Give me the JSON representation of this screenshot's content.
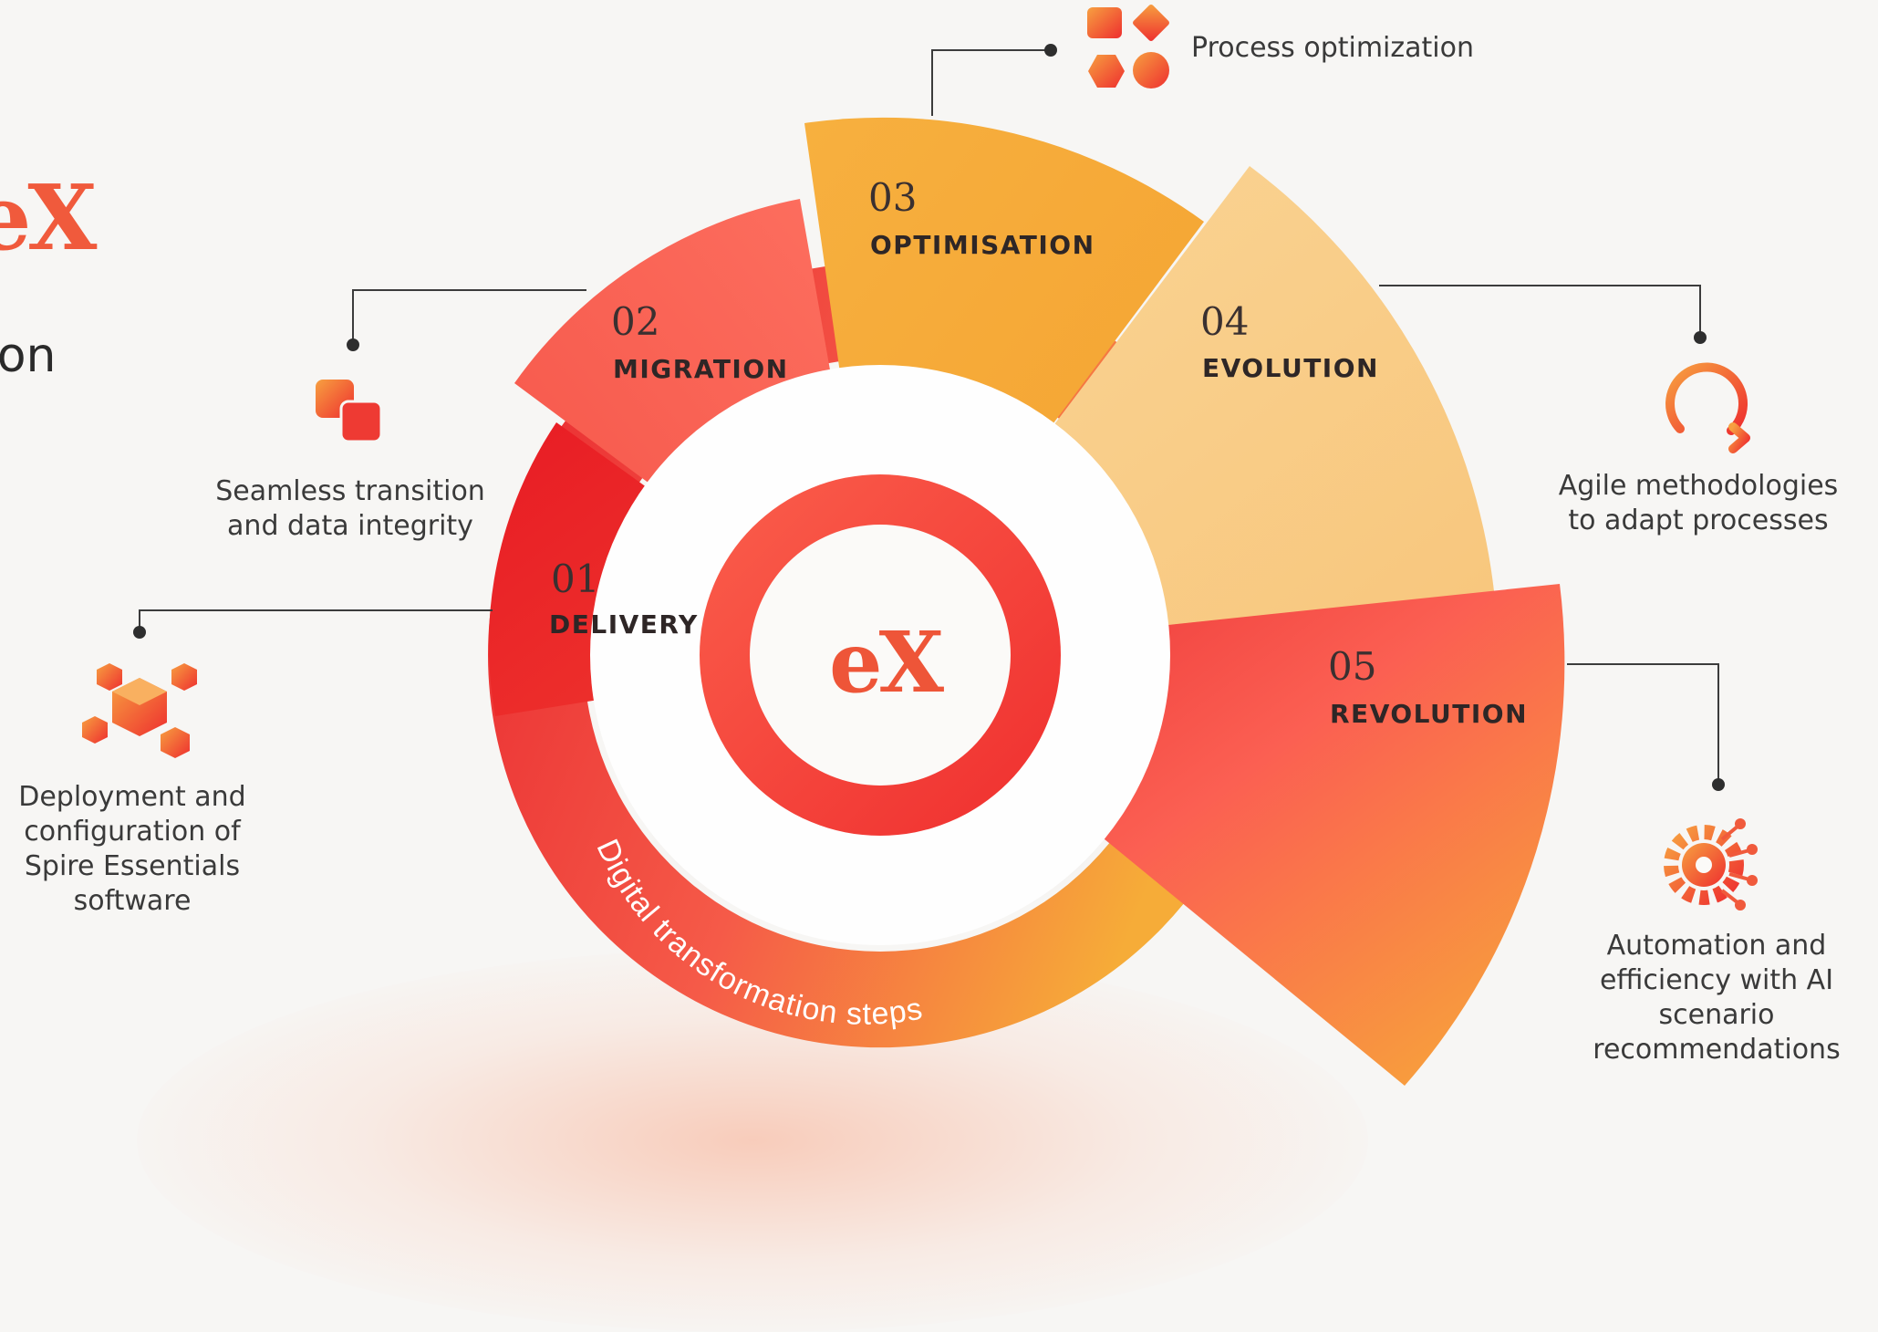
{
  "brand": {
    "logo_text": "eX",
    "heading": "ation"
  },
  "center_logo": "eX",
  "ring_label": "Digital transformation steps",
  "steps": [
    {
      "number": "01",
      "label": "DELIVERY",
      "color": "#e8252b",
      "description": "Deployment and\nconfiguration of\nSpire Essentials\nsoftware",
      "icon": "cubes-icon"
    },
    {
      "number": "02",
      "label": "MIGRATION",
      "color": "#f7665a",
      "description": "Seamless transition\nand data integrity",
      "icon": "overlapping-squares-icon"
    },
    {
      "number": "03",
      "label": "OPTIMISATION",
      "color": "#f6ab38",
      "description": "Process optimization",
      "icon": "shapes-icon"
    },
    {
      "number": "04",
      "label": "EVOLUTION",
      "color": "#f8cc88",
      "description": "Agile methodologies\nto adapt processes",
      "icon": "agile-loop-icon"
    },
    {
      "number": "05",
      "label": "REVOLUTION",
      "color": "#f2513f",
      "description": "Automation and\nefficiency with AI\nscenario\nrecommendations",
      "icon": "ai-gear-icon"
    }
  ]
}
